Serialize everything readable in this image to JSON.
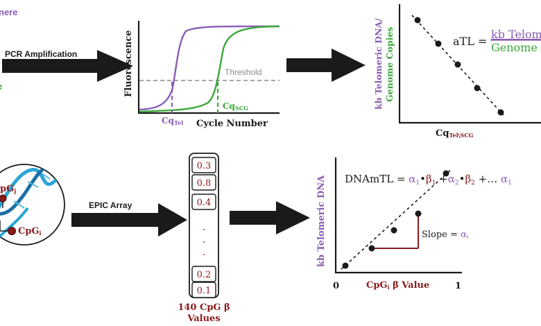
{
  "colors": {
    "telomere": "#8a5bb5",
    "scg": "#3aa63a",
    "dark": "#1a1a1a",
    "maroon": "#8b1a1a",
    "threshold": "#888888",
    "dna_blue": "#2aa6d6",
    "dna_dark": "#1a6fa8"
  },
  "top": {
    "left_cut_label": "nere",
    "left_cut_label2": "e",
    "arrow1_label": "PCR Amplification",
    "qpcr": {
      "ylabel": "Fluorescence",
      "xlabel": "Cycle Number",
      "threshold_label": "Threshold",
      "cq_tel_main": "Cq",
      "cq_tel_sub": "Tel",
      "cq_scg_main": "Cq",
      "cq_scg_sub": "SCG"
    },
    "scatter": {
      "ylabel_part1": "kb Telomeric DNA/",
      "ylabel_part2": "Genome Copies",
      "xlabel_main": "Cq",
      "xlabel_sub": "Tel\\SCG",
      "atl_prefix": "aTL = ",
      "atl_numerator": "kb Telom",
      "atl_denominator": "Genome"
    }
  },
  "bottom": {
    "cpg_top_label": "pG",
    "cpg_top_sub": "j",
    "cpg_bottom_label": "CpG",
    "cpg_bottom_sub": "i",
    "arrow_label": "EPIC Array",
    "beta_values": [
      "0.3",
      "0.8",
      "0.4",
      ".",
      ".",
      ".",
      "0.2",
      "0.1"
    ],
    "beta_caption_line1": "140 CpG β",
    "beta_caption_line2": "Values",
    "regression": {
      "ylabel": "kb Telomeric DNA",
      "xlabel_main": "CpG",
      "xlabel_sub": "i",
      "xlabel_rest": " β Value",
      "tick_0": "0",
      "tick_1": "1",
      "slope_label": "Slope = ",
      "slope_alpha": "α",
      "slope_sub": "i",
      "eq_prefix": "DNAmTL = ",
      "eq_a1": "α",
      "eq_a1_sub": "1",
      "eq_dot1": "•",
      "eq_b1": "β",
      "eq_b1_sub": "1",
      "eq_plus1": " +",
      "eq_a2": "α",
      "eq_a2_sub": "2",
      "eq_dot2": "•",
      "eq_b2": "β",
      "eq_b2_sub": "2",
      "eq_plus2": " +… ",
      "eq_a3": "α",
      "eq_a3_sub": "1"
    }
  }
}
